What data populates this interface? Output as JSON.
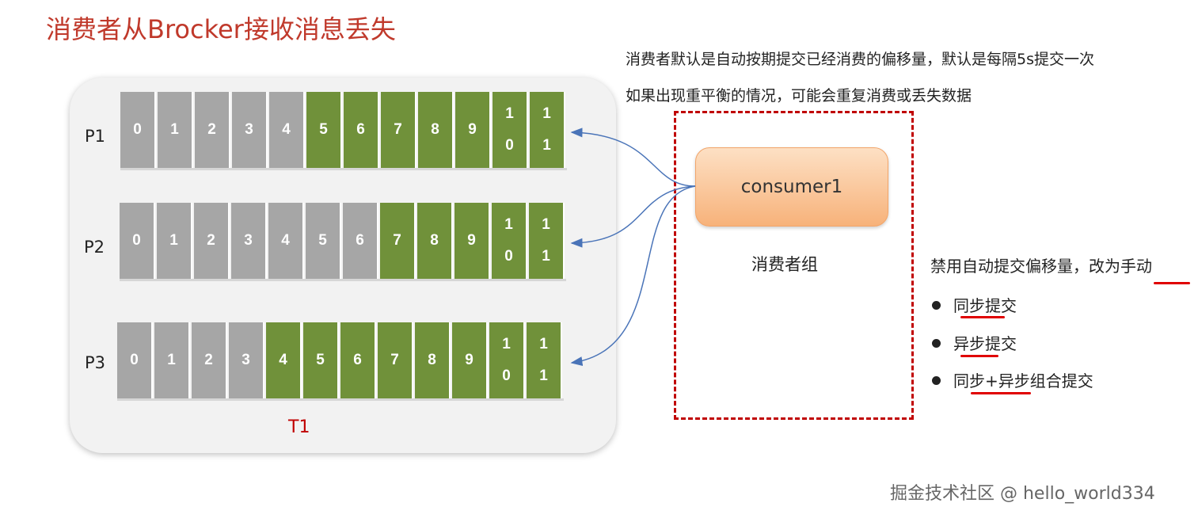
{
  "title": "消费者从Brocker接收消息丢失",
  "note1": "消费者默认是自动按期提交已经消费的偏移量，默认是每隔5s提交一次",
  "note2": "如果出现重平衡的情况，可能会重复消费或丢失数据",
  "topic_label": "T1",
  "partitions": [
    {
      "label": "P1",
      "cells": [
        "0",
        "1",
        "2",
        "3",
        "4",
        "5",
        "6",
        "7",
        "8",
        "9",
        "10",
        "11"
      ],
      "consumed_upto": 4
    },
    {
      "label": "P2",
      "cells": [
        "0",
        "1",
        "2",
        "3",
        "4",
        "5",
        "6",
        "7",
        "8",
        "9",
        "10",
        "11"
      ],
      "consumed_upto": 6
    },
    {
      "label": "P3",
      "cells": [
        "0",
        "1",
        "2",
        "3",
        "4",
        "5",
        "6",
        "7",
        "8",
        "9",
        "10",
        "11"
      ],
      "consumed_upto": 3
    }
  ],
  "consumer_label": "consumer1",
  "group_label": "消费者组",
  "solution": {
    "text": "禁用自动提交偏移量，改为手动",
    "items": [
      "同步提交",
      "异步提交",
      "同步+异步组合提交"
    ]
  },
  "watermark": "掘金技术社区 @ hello_world334",
  "colors": {
    "consumed": "#a6a6a6",
    "unconsumed": "#70913a",
    "title": "#c0392b",
    "group_border": "#c00000",
    "arrow": "#4a74b8"
  }
}
